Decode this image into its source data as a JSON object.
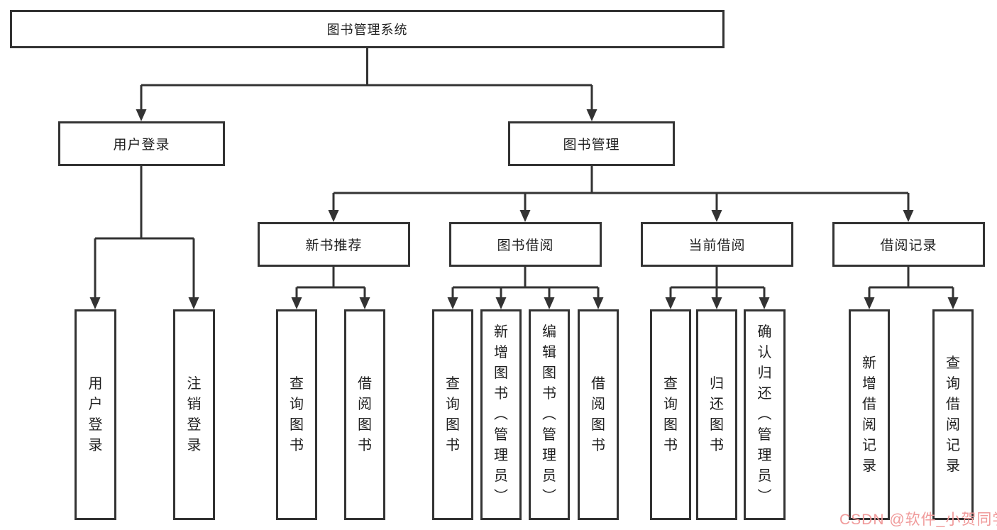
{
  "diagram": {
    "root": {
      "label": "图书管理系统"
    },
    "level2": [
      {
        "label": "用户登录",
        "children": [
          {
            "label": "用户登录"
          },
          {
            "label": "注销登录"
          }
        ]
      },
      {
        "label": "图书管理",
        "children": [
          {
            "label": "新书推荐",
            "children": [
              {
                "label": "查询图书"
              },
              {
                "label": "借阅图书"
              }
            ]
          },
          {
            "label": "图书借阅",
            "children": [
              {
                "label": "查询图书"
              },
              {
                "label": "新增图书（管理员）"
              },
              {
                "label": "编辑图书（管理员）"
              },
              {
                "label": "借阅图书"
              }
            ]
          },
          {
            "label": "当前借阅",
            "children": [
              {
                "label": "查询图书"
              },
              {
                "label": "归还图书"
              },
              {
                "label": "确认归还（管理员）"
              }
            ]
          },
          {
            "label": "借阅记录",
            "children": [
              {
                "label": "新增借阅记录"
              },
              {
                "label": "查询借阅记录"
              }
            ]
          }
        ]
      }
    ]
  },
  "watermark": {
    "text": "CSDN @软件_小贺同学",
    "color": "#f09a9a"
  },
  "colors": {
    "line": "#333333",
    "box_border": "#333333",
    "background": "#ffffff",
    "text": "#1f1f1f"
  }
}
